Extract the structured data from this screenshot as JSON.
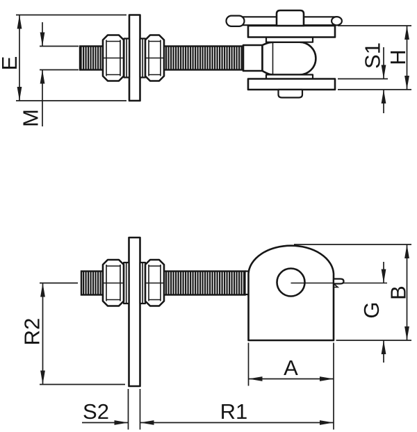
{
  "drawing": {
    "description": "Technical line drawing of an adjustable gate hinge: top view shows threaded rod with two hex nuts and washers through a mounting plate, ending in a ball-joint clamped between two flange plates with a T-handle locking pin; bottom view shows the same threaded rod assembly ending in a weld-on D-shaped hinge bracket with a pivot hole.",
    "labels": {
      "E": "E",
      "M": "M",
      "S1": "S1",
      "H": "H",
      "R2": "R2",
      "S2": "S2",
      "R1": "R1",
      "A": "A",
      "B": "B",
      "G": "G"
    },
    "colors": {
      "line": "#161616",
      "dimension_line": "#1c1c1c",
      "background": "#ffffff",
      "thread_dark": "#1a1a1a"
    }
  }
}
